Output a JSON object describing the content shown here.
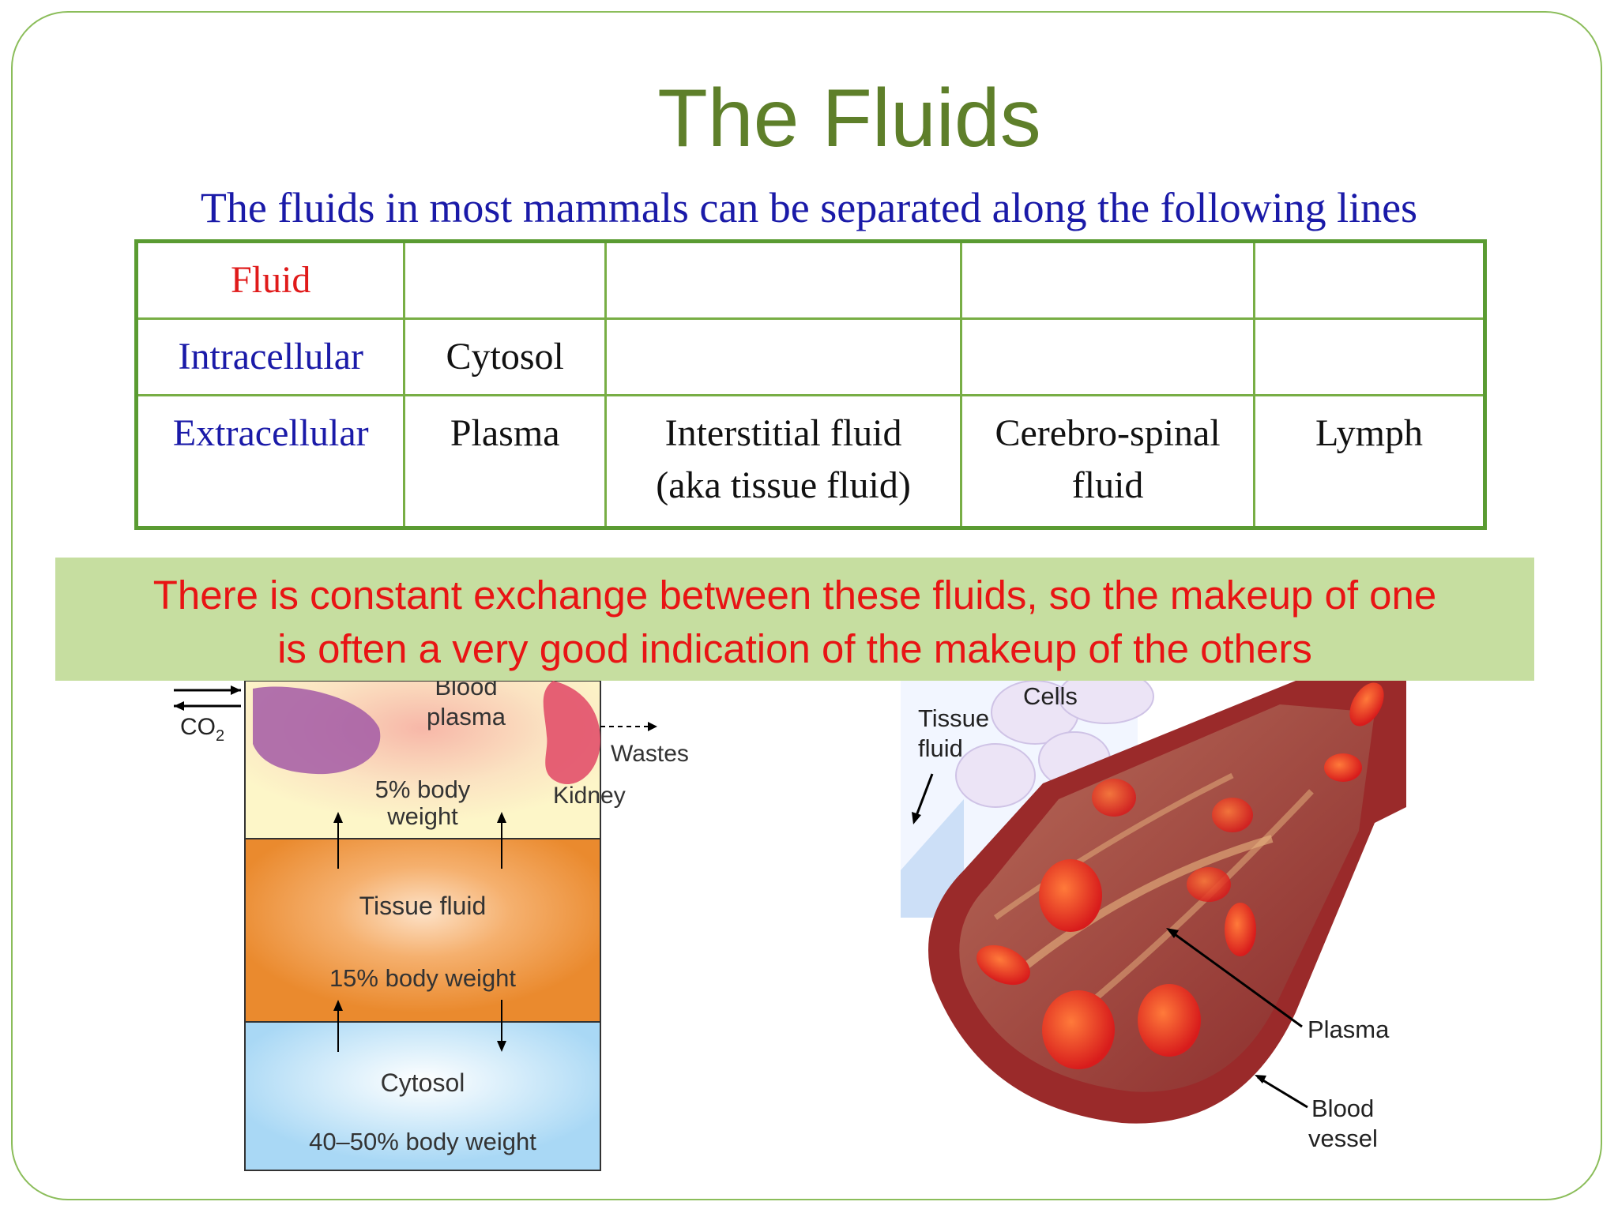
{
  "slide": {
    "title": "The Fluids",
    "subtitle": "The fluids in most mammals can be separated along the following lines"
  },
  "table": {
    "header": "Fluid",
    "rows": [
      {
        "label": "Intracellular",
        "cells": [
          "Cytosol",
          "",
          "",
          ""
        ]
      },
      {
        "label": "Extracellular",
        "cells": [
          "Plasma",
          "Interstitial fluid (aka tissue fluid)",
          "Cerebro-spinal fluid",
          "Lymph"
        ]
      }
    ]
  },
  "cell_lines": {
    "interstitial_1": "Interstitial fluid",
    "interstitial_2": "(aka tissue fluid)",
    "cerebro_1": "Cerebro-spinal",
    "cerebro_2": "fluid"
  },
  "banner": {
    "line1": "There is constant exchange between these fluids, so the makeup of one",
    "line2": "is often a very good indication of the makeup of the others"
  },
  "left_diagram": {
    "co2": "CO",
    "co2_sub": "2",
    "blood_plasma_1": "Blood",
    "blood_plasma_2": "plasma",
    "wastes": "Wastes",
    "plasma_pct_1": "5% body",
    "plasma_pct_2": "weight",
    "kidney": "Kidney",
    "tissue_fluid": "Tissue fluid",
    "tissue_pct": "15% body weight",
    "cytosol": "Cytosol",
    "cytosol_pct": "40–50% body weight"
  },
  "right_diagram": {
    "cells": "Cells",
    "tissue_fluid_1": "Tissue",
    "tissue_fluid_2": "fluid",
    "plasma": "Plasma",
    "vessel_1": "Blood",
    "vessel_2": "vessel"
  },
  "colors": {
    "title": "#5e7f2a",
    "subtitle": "#1a1aa8",
    "header_red": "#e01a1a",
    "banner_bg": "#c6dea0",
    "banner_text": "#e81414",
    "table_border": "#78ae45",
    "plasma_layer": "#fdf6c8",
    "tissue_layer": "#ea8a2e",
    "cytosol_layer": "#a9d8f5"
  }
}
